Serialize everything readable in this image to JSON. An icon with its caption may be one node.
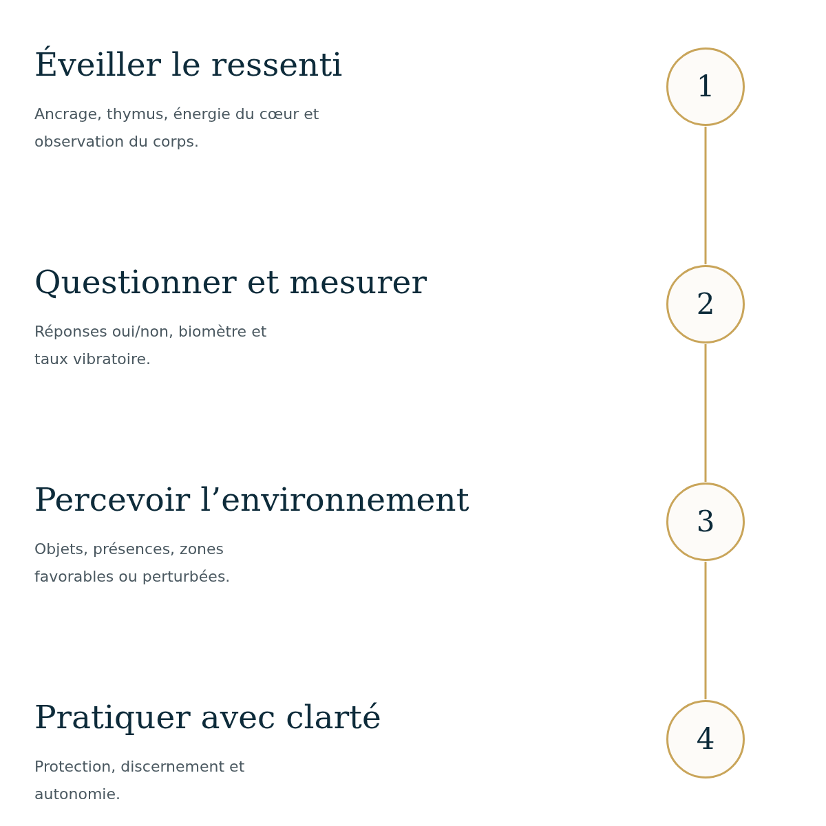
{
  "diagram": {
    "nodes": [
      {
        "text": [
          "1"
        ],
        "beside": [
          "Éveiller le ressenti",
          "Ancrage, thymus, énergie du cœur et observation du corps."
        ]
      },
      {
        "text": [
          "2"
        ],
        "beside": [
          "Questionner et mesurer",
          "Réponses oui/non, biomètre et taux vibratoire."
        ]
      },
      {
        "text": [
          "3"
        ],
        "beside": [
          "Percevoir l’environnement",
          "Objets, présences, zones favorables ou perturbées."
        ]
      },
      {
        "text": [
          "4"
        ],
        "beside": [
          "Pratiquer avec clarté",
          "Protection, discernement et autonomie."
        ]
      }
    ],
    "edges": [
      {
        "from": 0,
        "to": 1,
        "arrow": "none"
      },
      {
        "from": 1,
        "to": 2,
        "arrow": "none"
      },
      {
        "from": 2,
        "to": 3,
        "arrow": "none"
      }
    ]
  }
}
